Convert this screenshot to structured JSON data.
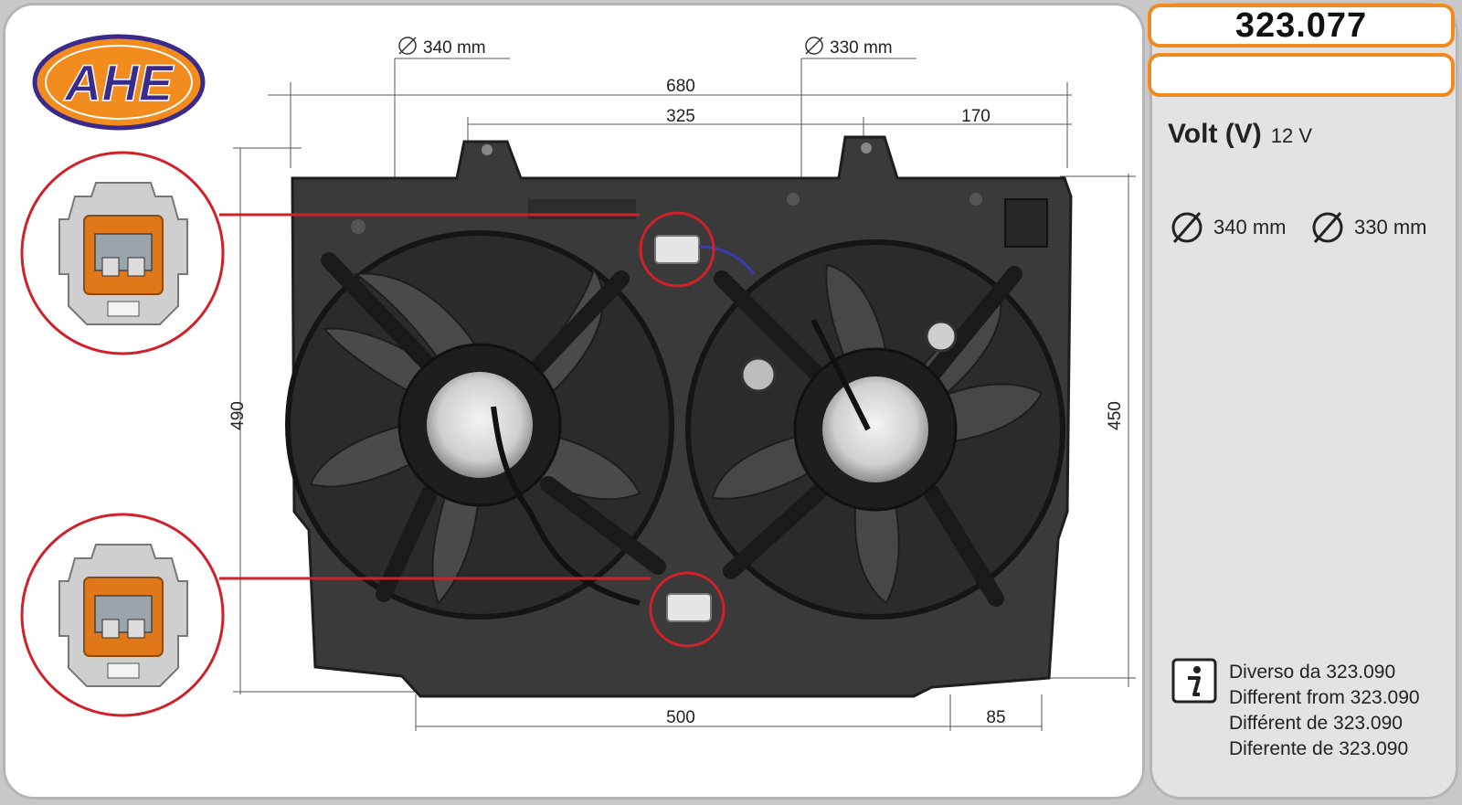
{
  "brand": {
    "logo_text": "AHE"
  },
  "part": {
    "code": "323.077",
    "secondary_code": ""
  },
  "specs": {
    "volt_label": "Volt (V)",
    "volt_value": "12 V",
    "diameter_1": "340 mm",
    "diameter_2": "330 mm"
  },
  "notes": {
    "lines": [
      "Diverso da 323.090",
      "Different from 323.090",
      "Différent de 323.090",
      "Diferente de 323.090"
    ]
  },
  "dimensions": {
    "fan1_diameter": "340 mm",
    "fan2_diameter": "330 mm",
    "overall_width": "680",
    "mount_spacing": "325",
    "right_offset": "170",
    "height_left": "490",
    "height_right": "450",
    "bottom_width": "500",
    "bottom_offset": "85"
  },
  "colors": {
    "accent": "#ef8a1e",
    "highlight": "#d0202a",
    "logo_blue": "#3a2a8c",
    "logo_orange": "#f28c1e"
  }
}
